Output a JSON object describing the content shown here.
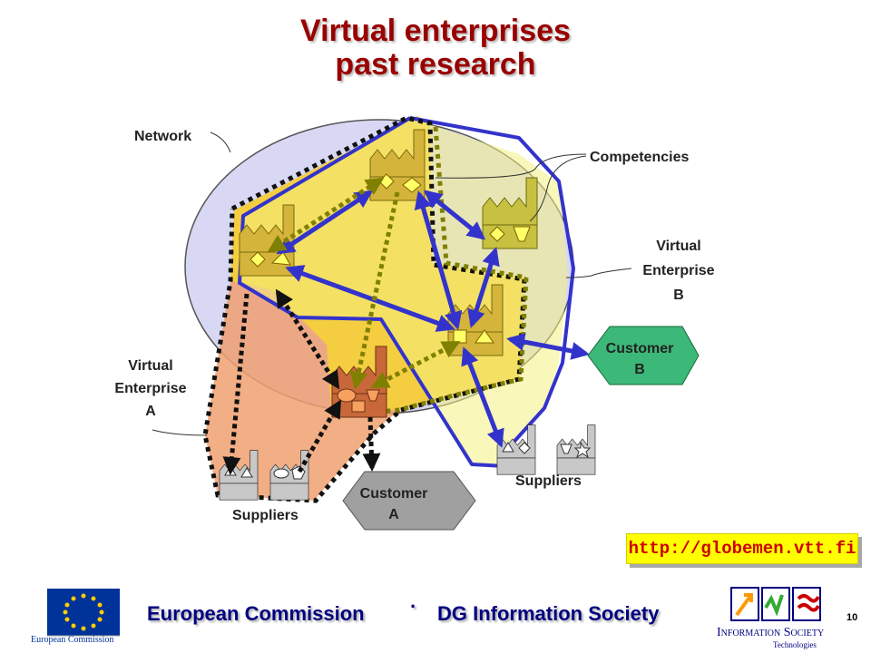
{
  "title": {
    "line1": "Virtual enterprises",
    "line2": "past research"
  },
  "labels": {
    "network": "Network",
    "competencies": "Competencies",
    "ve_b_line1": "Virtual",
    "ve_b_line2": "Enterprise",
    "ve_b_line3": "B",
    "ve_a_line1": "Virtual",
    "ve_a_line2": "Enterprise",
    "ve_a_line3": "A",
    "customer_b_line1": "Customer",
    "customer_b_line2": "B",
    "customer_a_line1": "Customer",
    "customer_a_line2": "A",
    "suppliers_left": "Suppliers",
    "suppliers_right": "Suppliers"
  },
  "url": "http://globemen.vtt.fi",
  "footer": {
    "left": "European Commission",
    "separator": "·",
    "right": "DG Information Society",
    "page_number": "10"
  },
  "logos": {
    "eu_label": "European Commission",
    "ist_label": "Information Society",
    "ist_sub": "Technologies"
  },
  "colors": {
    "title": "#990000",
    "ve_b_line": "#3333cc",
    "ve_a_dots": "#111111",
    "ve_yellow_dots": "#808000",
    "network_fill": "#d8d8f4",
    "ve_a_fill": "#f0a070",
    "ve_yellow_fill": "#f5d03a",
    "ve_b_fill": "#f4f080",
    "customer_b": "#3cb878",
    "customer_a": "#a0a0a0",
    "url_bg": "#ffff00",
    "url_text": "#cc0000",
    "footer_text": "#000080"
  }
}
